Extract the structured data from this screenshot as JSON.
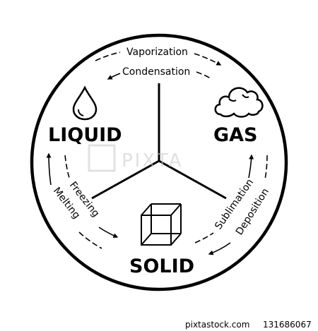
{
  "states": {
    "liquid": "LIQUID",
    "gas": "GAS",
    "solid": "SOLID"
  },
  "processes": {
    "vaporization": "Vaporization",
    "condensation": "Condensation",
    "freezing": "Freezing",
    "melting": "Melting",
    "sublimation": "Sublimation",
    "deposition": "Deposition"
  },
  "icons": {
    "liquid": "water-drop-icon",
    "gas": "cloud-icon",
    "solid": "cube-icon"
  },
  "watermark": "PIXTA",
  "footer": {
    "source": "pixtastock.com",
    "image_id": "131686067"
  },
  "colors": {
    "line": "#000000",
    "background": "#ffffff",
    "watermark": "#c8c8c8"
  }
}
